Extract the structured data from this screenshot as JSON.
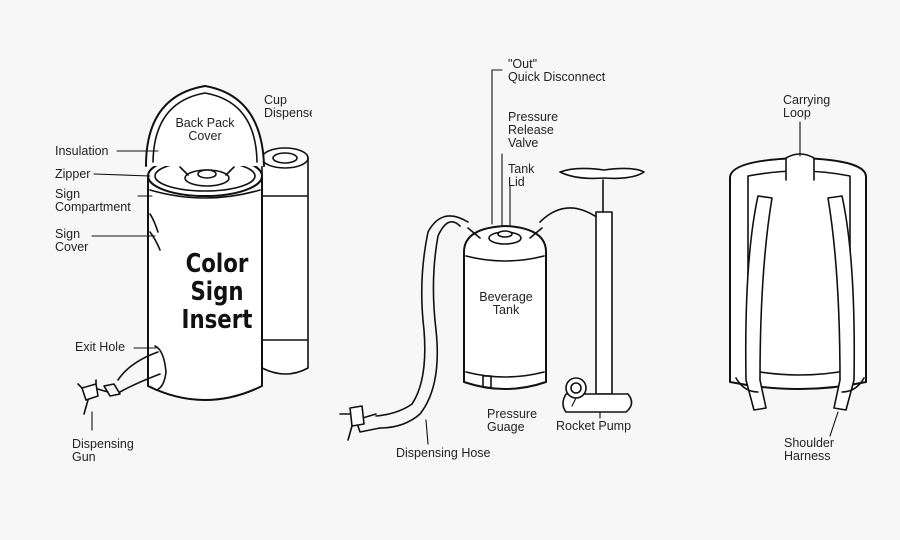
{
  "backpack_front": {
    "insert_text": "Color\nSign\nInsert",
    "labels": {
      "back_pack_cover": "Back Pack\nCover",
      "cup_dispenser": "Cup\nDispense",
      "insulation": "Insulation",
      "zipper": "Zipper",
      "sign_compartment": "Sign\nCompartment",
      "sign_cover": "Sign\nCover",
      "exit_hole": "Exit Hole",
      "dispensing_gun": "Dispensing\nGun"
    }
  },
  "tank_assembly": {
    "labels": {
      "out_quick_disconnect": "\"Out\"\nQuick Disconnect",
      "pressure_release_valve": "Pressure\nRelease\nValve",
      "tank_lid": "Tank\nLid",
      "beverage_tank": "Beverage\nTank",
      "pressure_guage": "Pressure\nGuage",
      "rocket_pump": "Rocket Pump",
      "dispensing_hose": "Dispensing Hose"
    }
  },
  "backpack_rear": {
    "labels": {
      "carrying_loop": "Carrying\nLoop",
      "shoulder_harness": "Shoulder\nHarness"
    }
  }
}
